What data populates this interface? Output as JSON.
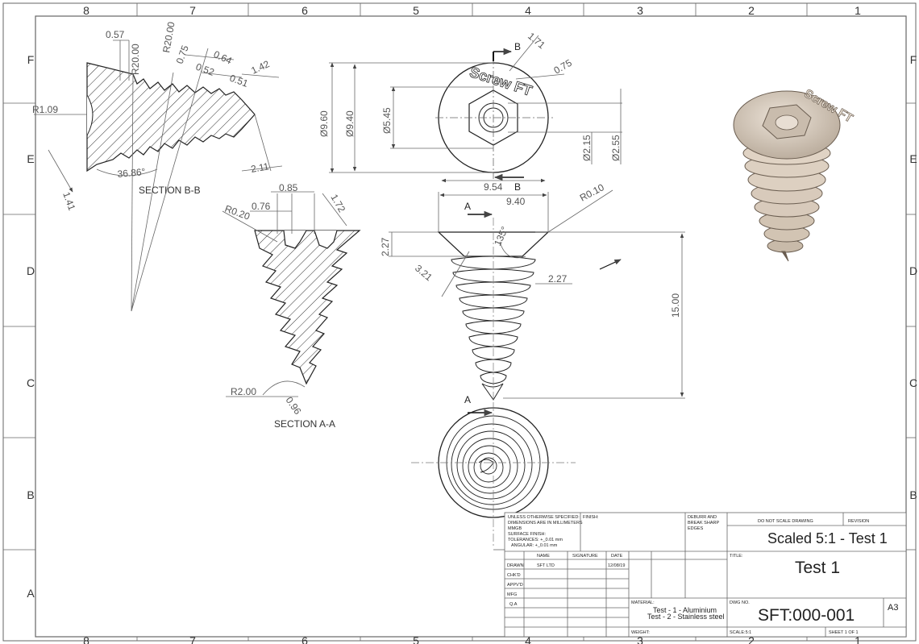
{
  "zones": {
    "columns": [
      "8",
      "7",
      "6",
      "5",
      "4",
      "3",
      "2",
      "1"
    ],
    "rows": [
      "F",
      "E",
      "D",
      "C",
      "B",
      "A"
    ]
  },
  "section_bb": {
    "label": "SECTION B-B",
    "dims": {
      "d057": "0.57",
      "r20a": "R20.00",
      "r20b": "R20.00",
      "d075": "0.75",
      "d064": "0.64",
      "d052": "0.52",
      "d051": "0.51",
      "d142": "1.42",
      "r109": "R1.09",
      "ang": "36.86°",
      "d141": "1.41",
      "d211": "2.11"
    }
  },
  "top_view": {
    "dims": {
      "b_top": "B",
      "d171": "1.71",
      "d075": "0.75",
      "dia960": "Ø9.60",
      "dia940": "Ø9.40",
      "dia545": "Ø5.45",
      "dia215": "Ø2.15",
      "dia255": "Ø2.55",
      "d954": "9.54",
      "b_bot": "B"
    },
    "logo": "Screw FT"
  },
  "section_aa": {
    "label": "SECTION A-A",
    "dims": {
      "d085": "0.85",
      "d076": "0.76",
      "r020": "R0.20",
      "d172": "1.72",
      "r200": "R2.00",
      "d096": "0.96"
    }
  },
  "front_view": {
    "dims": {
      "d940": "9.40",
      "r010": "R0.10",
      "a_top": "A",
      "d227a": "2.27",
      "ang135": "135°",
      "d321": "3.21",
      "d227b": "2.27",
      "d1500": "15.00",
      "a_bot": "A"
    }
  },
  "iso_view": {
    "logo": "Screw FT"
  },
  "title_block": {
    "notes": [
      "UNLESS OTHERWISE SPECIFIED:",
      "DIMENSIONS ARE IN MILLIMETERS",
      "MMGB",
      "SURFACE FINISH:",
      "TOLERANCES: +_0.01 mm",
      "ANGULAR: +_0.01 mm"
    ],
    "finish": "FINISH:",
    "deburr": [
      "DEBURR AND",
      "BREAK SHARP",
      "EDGES"
    ],
    "do_not_scale": "DO NOT SCALE DRAWING",
    "revision": "REVISION",
    "scaled": "Scaled 5:1 - Test 1",
    "col_name": "NAME",
    "col_signature": "SIGNATURE",
    "col_date": "DATE",
    "title_label": "TITLE:",
    "title": "Test 1",
    "drawn": "DRAWN",
    "drawn_name": "SFT LTD",
    "drawn_date": "12/08/19",
    "chk": "CHK'D",
    "appvd": "APPV'D",
    "mfg": "MFG",
    "qa": "Q.A",
    "material_label": "MATERIAL:",
    "material1": "Test - 1 - Aluminium",
    "material2": "Test - 2 - Stainless steel",
    "dwg_label": "DWG NO.",
    "dwg_no": "SFT:000-001",
    "size": "A3",
    "weight": "WEIGHT:",
    "scale": "SCALE:5:1",
    "sheet": "SHEET 1 OF 1"
  }
}
